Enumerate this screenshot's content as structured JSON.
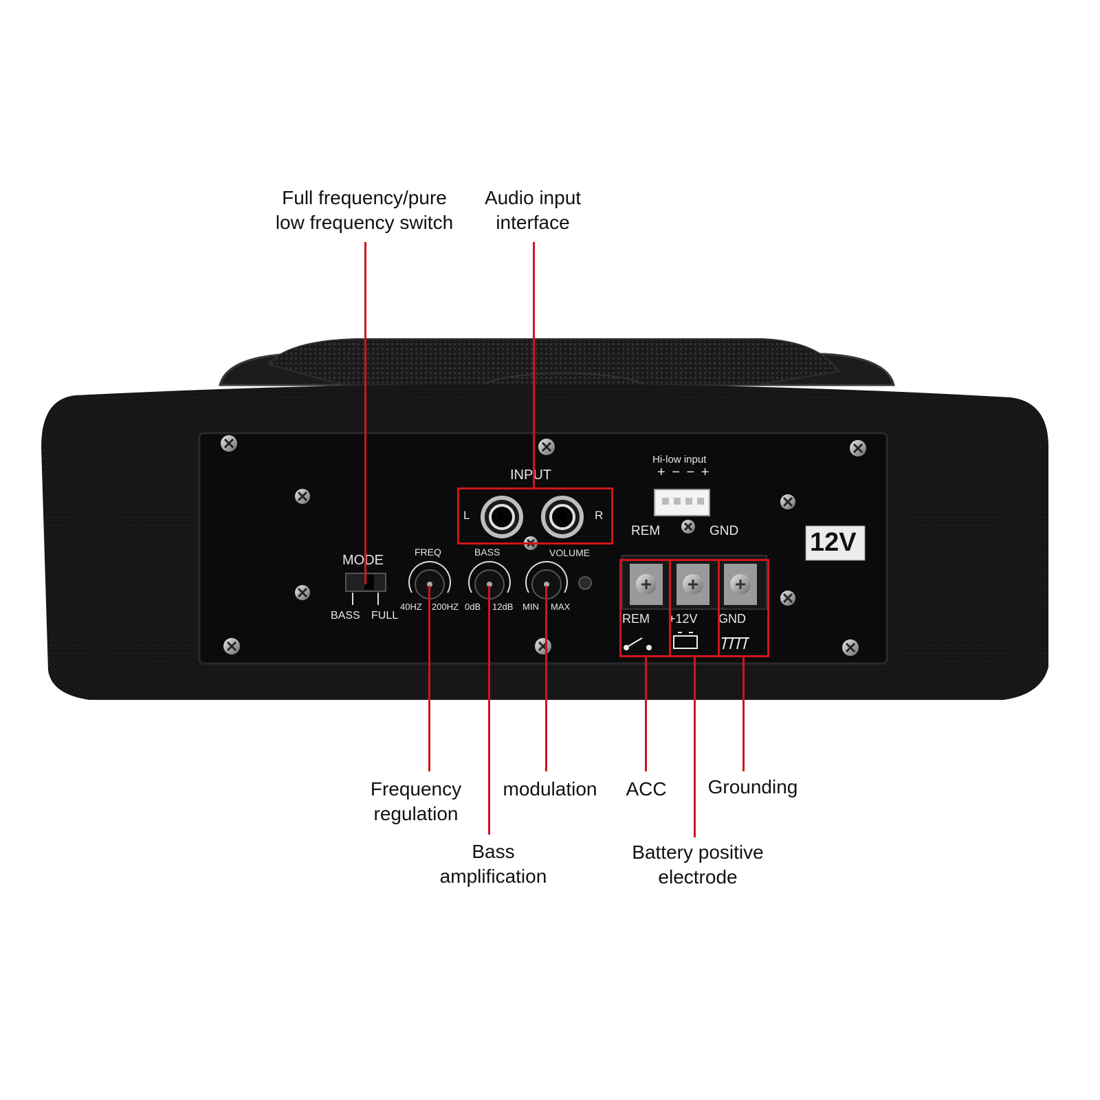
{
  "annotations": {
    "switch": [
      "Full frequency/pure",
      "low frequency switch"
    ],
    "audio_input": [
      "Audio input",
      "interface"
    ],
    "frequency": [
      "Frequency",
      "regulation"
    ],
    "bass": [
      "Bass",
      "amplification"
    ],
    "modulation": "modulation",
    "acc": "ACC",
    "battery": [
      "Battery positive",
      "electrode"
    ],
    "grounding": "Grounding"
  },
  "panel": {
    "input_label": "INPUT",
    "left": "L",
    "right": "R",
    "mode_label": "MODE",
    "mode_bass": "BASS",
    "mode_full": "FULL",
    "freq_label": "FREQ",
    "freq_min": "40HZ",
    "freq_max": "200HZ",
    "bass_label": "BASS",
    "bass_min": "0dB",
    "bass_max": "12dB",
    "volume_label": "VOLUME",
    "volume_min": "MIN",
    "volume_max": "MAX",
    "hilow_label": "Hi-low input",
    "hilow_polarity": "+ − − +",
    "rem_top": "REM",
    "gnd_top": "GND",
    "voltage_badge": "12V",
    "terminal_rem": "REM",
    "terminal_12v": "+12V",
    "terminal_gnd": "GND"
  },
  "colors": {
    "accent_red": "#d0141c",
    "cabinet": "#161616",
    "panel": "#0b0b0b"
  },
  "icons": [
    "screw-icon",
    "rca-jack-icon",
    "knob-icon",
    "switch-icon",
    "battery-icon",
    "ground-icon",
    "remote-switch-icon"
  ]
}
